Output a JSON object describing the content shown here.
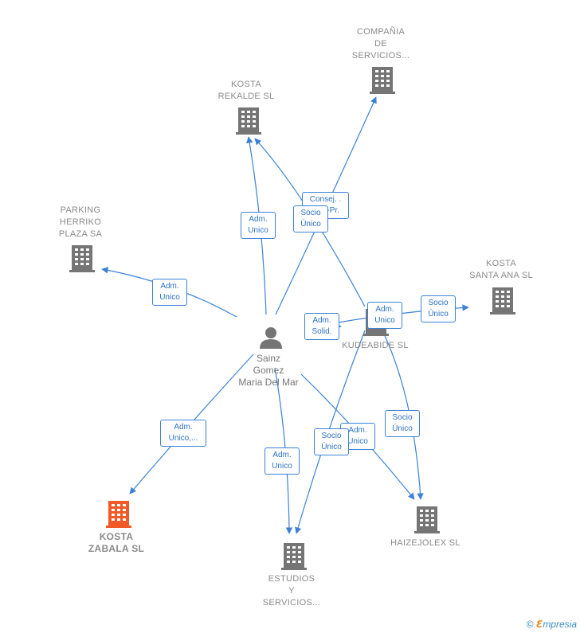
{
  "person": {
    "name": "Sainz\nGomez\nMaria Del Mar"
  },
  "companies": {
    "compania": "COMPAÑIA\nDE\nSERVICIOS...",
    "kosta_rekalde": "KOSTA\nREKALDE  SL",
    "parking": "PARKING\nHERRIKO\nPLAZA SA",
    "kosta_santa_ana": "KOSTA\nSANTA ANA SL",
    "kudeabide": "KUDEABIDE SL",
    "kosta_zabala": "KOSTA\nZABALA  SL",
    "estudios": "ESTUDIOS\nY\nSERVICIOS...",
    "haizejolex": "HAIZEJOLEX SL"
  },
  "edge_labels": {
    "consej": "Consej. .\nVice-Pr.",
    "socio_unico_1": "Socio\nÚnico",
    "adm_unico_rekalde": "Adm.\nUnico",
    "adm_unico_parking": "Adm.\nUnico",
    "adm_solid": "Adm.\nSolid.",
    "adm_unico_kudeabide": "Adm.\nUnico",
    "socio_unico_santa_ana": "Socio\nÚnico",
    "adm_unico_zabala": "Adm.\nUnico,...",
    "adm_unico_estudios": "Adm.\nUnico",
    "socio_unico_estudios": "Socio\nÚnico",
    "adm_unico_haizejolex": "Adm.\nUnico",
    "socio_unico_haizejolex": "Socio\nÚnico"
  },
  "colors": {
    "edge": "#3b82d6",
    "building": "#757575",
    "highlight": "#f05a28"
  },
  "footer": {
    "copyright": "©",
    "brand_first": "ℇ",
    "brand_rest": "mpresia"
  }
}
